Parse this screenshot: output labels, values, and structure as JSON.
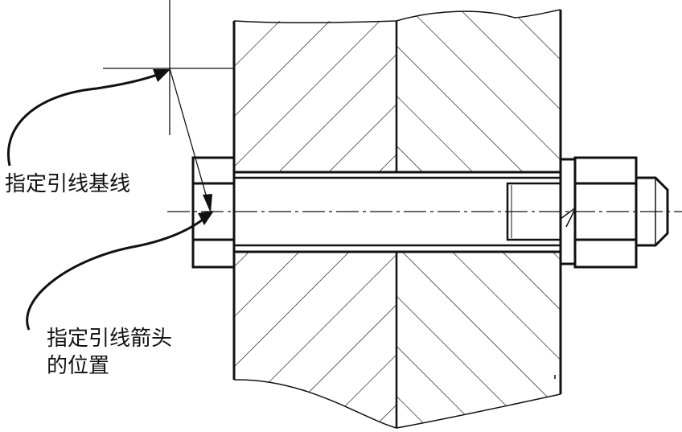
{
  "labels": {
    "leader_base": "指定引线基线",
    "arrow_position_line1": "指定引线箭头",
    "arrow_position_line2": "的位置"
  },
  "colors": {
    "ink": "#111111",
    "background": "#ffffff"
  }
}
